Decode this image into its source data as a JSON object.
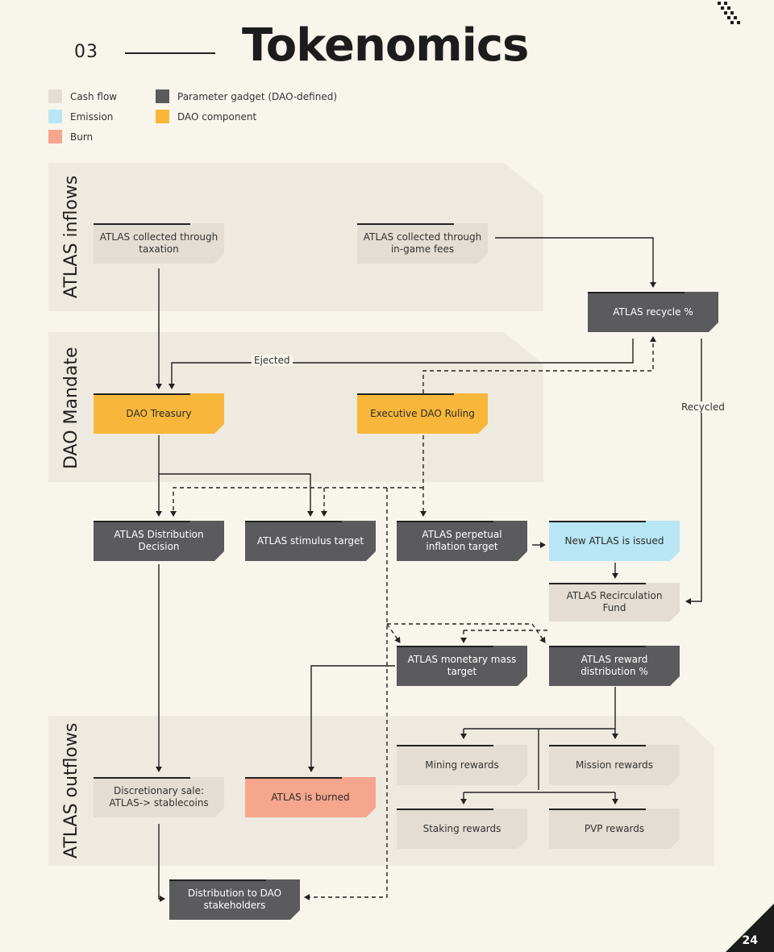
{
  "header": {
    "section_number": "03",
    "title": "Tokenomics",
    "page_number": "24"
  },
  "legend": [
    {
      "label": "Cash flow",
      "color": "#e3ddd3"
    },
    {
      "label": "Emission",
      "color": "#b9e6f4"
    },
    {
      "label": "Burn",
      "color": "#f6a68d"
    },
    {
      "label": "Parameter gadget (DAO-defined)",
      "color": "#5b5a5c"
    },
    {
      "label": "DAO component",
      "color": "#f8b73a"
    }
  ],
  "bands": {
    "inflows": "ATLAS inflows",
    "mandate": "DAO Mandate",
    "outflows": "ATLAS outflows"
  },
  "nodes": {
    "taxation": "ATLAS collected through taxation",
    "ingame_fees": "ATLAS collected through in-game fees",
    "recycle": "ATLAS recycle %",
    "treasury": "DAO Treasury",
    "ruling": "Executive DAO Ruling",
    "distribution_decision": "ATLAS Distribution Decision",
    "stimulus": "ATLAS stimulus target",
    "inflation": "ATLAS perpetual inflation target",
    "new_atlas": "New ATLAS is issued",
    "recirculation": "ATLAS Recirculation Fund",
    "monetary": "ATLAS monetary mass target",
    "reward_dist": "ATLAS reward distribution %",
    "mining": "Mining rewards",
    "mission": "Mission rewards",
    "staking": "Staking rewards",
    "pvp": "PVP rewards",
    "sale": "Discretionary sale: ATLAS-> stablecoins",
    "burned": "ATLAS is burned",
    "stakeholders": "Distribution to DAO stakeholders"
  },
  "edge_labels": {
    "ejected": "Ejected",
    "recycled": "Recycled"
  }
}
